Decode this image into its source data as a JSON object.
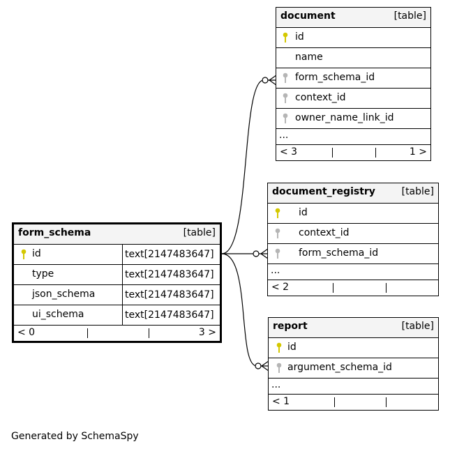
{
  "tables": {
    "document": {
      "name": "document",
      "kind": "[table]",
      "columns": [
        "id",
        "name",
        "form_schema_id",
        "context_id",
        "owner_name_link_id"
      ],
      "ellipsis": "...",
      "footer_left": "< 3",
      "footer_right": "1 >"
    },
    "document_registry": {
      "name": "document_registry",
      "kind": "[table]",
      "columns": [
        "id",
        "context_id",
        "form_schema_id"
      ],
      "ellipsis": "...",
      "footer_left": "< 2"
    },
    "form_schema": {
      "name": "form_schema",
      "kind": "[table]",
      "columns": [
        {
          "name": "id",
          "type": "text[2147483647]"
        },
        {
          "name": "type",
          "type": "text[2147483647]"
        },
        {
          "name": "json_schema",
          "type": "text[2147483647]"
        },
        {
          "name": "ui_schema",
          "type": "text[2147483647]"
        }
      ],
      "footer_left": "< 0",
      "footer_right": "3 >"
    },
    "report": {
      "name": "report",
      "kind": "[table]",
      "columns": [
        "id",
        "argument_schema_id"
      ],
      "ellipsis": "...",
      "footer_left": "< 1"
    }
  },
  "footer_note": "Generated by SchemaSpy",
  "colors": {
    "primary_key": "#d4c800",
    "foreign_key": "#b5b5b5",
    "header_bg": "#f4f4f4",
    "border": "#000000"
  },
  "icons": {
    "primary_key": "gold-key-icon",
    "foreign_key": "gray-key-icon"
  }
}
